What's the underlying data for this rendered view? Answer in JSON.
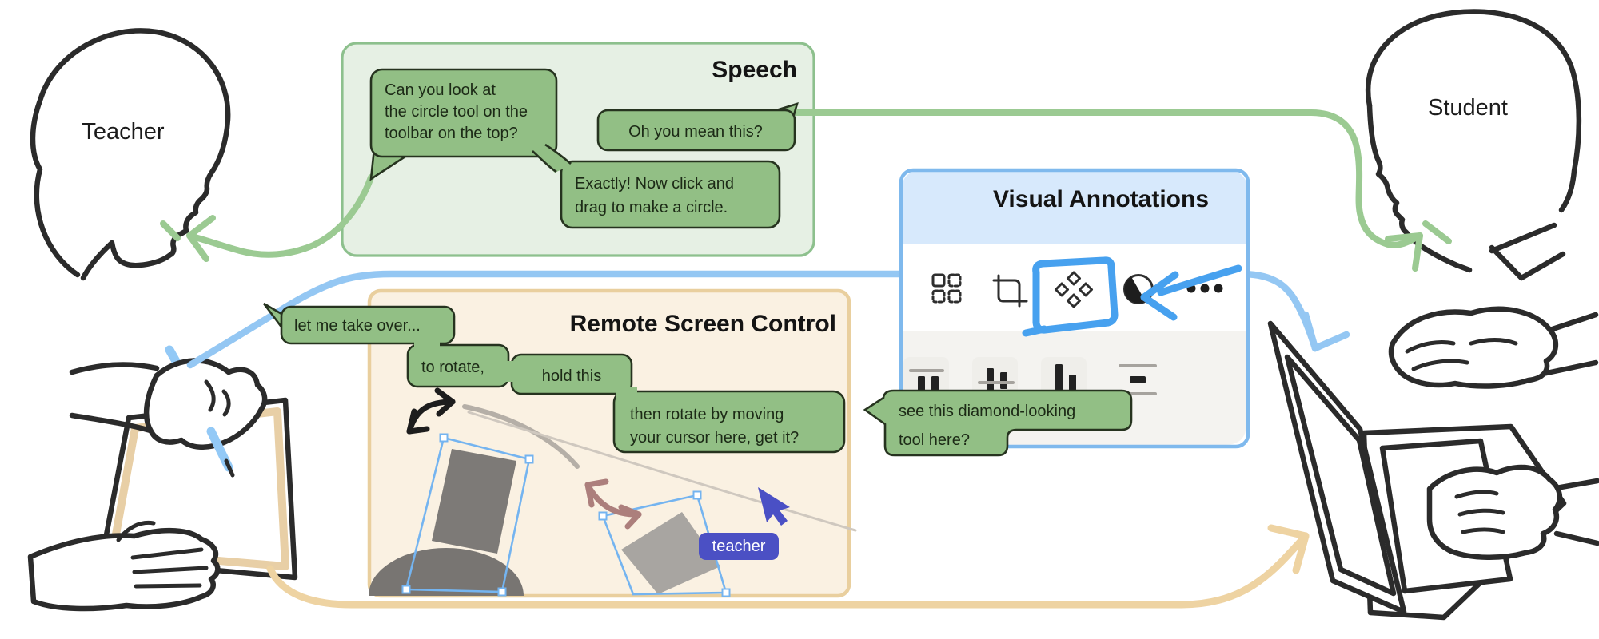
{
  "actors": {
    "teacher_label": "Teacher",
    "student_label": "Student"
  },
  "speech_panel": {
    "title": "Speech",
    "teacher_bubble_1": [
      "Can you look at",
      "the circle tool on the",
      "toolbar on the top?"
    ],
    "student_bubble": "Oh you mean this?",
    "teacher_bubble_2": [
      "Exactly! Now click and",
      "drag to make a circle."
    ]
  },
  "visual_annotations_panel": {
    "title": "Visual Annotations",
    "toolbar_icons": [
      "selection-grid-icon",
      "crop-icon",
      "diamond-tool-icon",
      "contrast-icon",
      "more-ellipsis-icon"
    ],
    "alignment_icons": [
      "align-top-icon",
      "align-center-icon",
      "align-bottom-icon",
      "distribute-spacing-icon"
    ],
    "callout": [
      "see this diamond-looking",
      "tool here?"
    ]
  },
  "remote_screen_panel": {
    "title": "Remote Screen Control",
    "bubble_take_over": "let me take over...",
    "bubble_to_rotate": "to rotate,",
    "bubble_hold_this": "hold this",
    "bubble_then_rotate": [
      "then rotate by moving",
      "your cursor here, get it?"
    ],
    "cursor_label": "teacher"
  },
  "colors": {
    "bubble_green": "#92bf85",
    "speech_panel_bg": "#e6f0e4",
    "speech_panel_border": "#8dc08d",
    "connector_green": "#9bca92",
    "connector_blue": "#94c7f3",
    "connector_orange": "#eed3a2",
    "annotation_blue": "#47a1ef",
    "va_panel_border": "#7fb9ed",
    "va_header_bg": "#d7e9fc",
    "rsc_panel_bg": "#faf1e2",
    "rsc_panel_border": "#e9cf9e",
    "cursor_indigo": "#4b50c4",
    "sketch_ink": "#2b2b2b"
  }
}
